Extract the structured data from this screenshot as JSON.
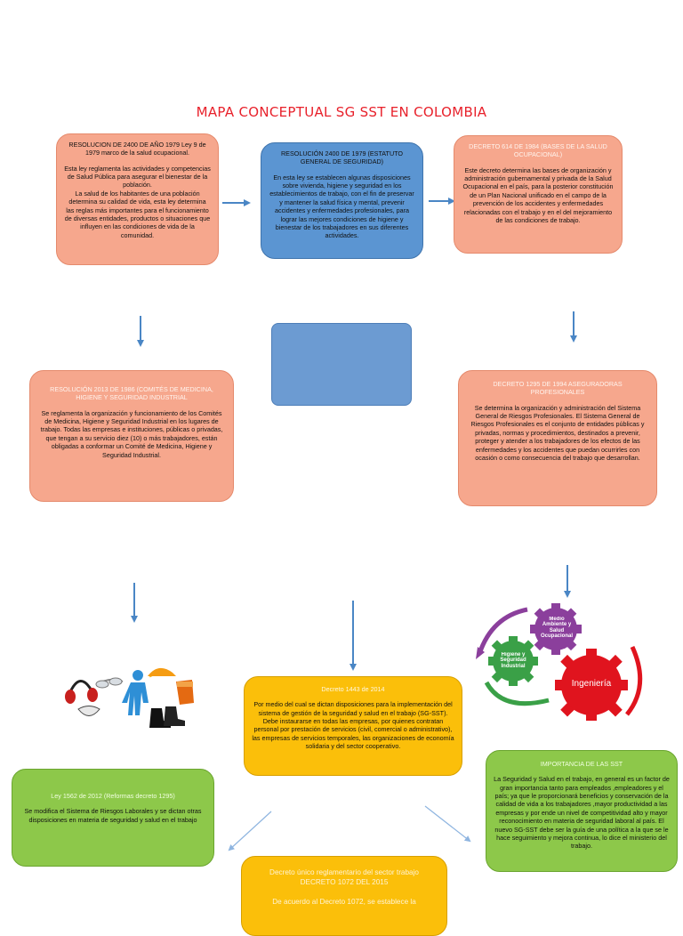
{
  "title": "MAPA CONCEPTUAL SG SST EN COLOMBIA",
  "nodes": {
    "res2400ley": {
      "title": "RESOLUCION DE 2400 DE AÑO 1979 Ley 9 de 1979  marco de la salud ocupacional.",
      "body": "Esta ley reglamenta las actividades y competencias de Salud Pública para asegurar el bienestar de la población.\nLa salud de los habitantes de una población determina su calidad de vida, esta ley determina las reglas más importantes para el funcionamiento de diversas entidades, productos o situaciones que influyen en las condiciones de vida de la comunidad."
    },
    "res2400estatuto": {
      "title": "RESOLUCIÓN 2400 DE 1979 (ESTATUTO GENERAL DE SEGURIDAD)",
      "body": "En esta ley se establecen algunas disposiciones sobre vivienda, higiene y seguridad en los establecimientos de trabajo, con el fin de preservar y mantener la salud física y mental, prevenir accidentes y enfermedades profesionales, para lograr las mejores condiciones de higiene y bienestar de los trabajadores en sus diferentes actividades."
    },
    "decreto614": {
      "title": "DECRETO 614 DE 1984 (BASES DE LA SALUD OCUPACIONAL)",
      "body": "Este decreto determina las bases de organización y administración gubernamental y privada de la Salud Ocupacional en el país, para la posterior constitución de un Plan Nacional unificado en el campo de la prevención de los accidentes y enfermedades relacionadas con el trabajo y en el del mejoramiento de las condiciones de trabajo."
    },
    "res2013": {
      "title": "RESOLUCIÓN 2013 DE 1986 (COMITÉS DE MEDICINA, HIGIENE Y SEGURIDAD INDUSTRIAL",
      "body": "Se reglamenta la organización y funcionamiento de los Comités de Medicina, Higiene y Seguridad Industrial en los lugares de trabajo. Todas las empresas e instituciones, públicas o privadas, que tengan a su servicio diez (10) o más trabajadores, están obligadas a conformar un Comité de Medicina, Higiene y Seguridad Industrial."
    },
    "decreto1295": {
      "title": "DECRETO 1295 DE 1994 ASEGURADORAS PROFESIONALES",
      "body": "Se determina la organización y administración del Sistema General de Riesgos Profesionales. El Sistema General de Riesgos Profesionales es el conjunto de entidades públicas y privadas, normas y procedimientos, destinados a prevenir, proteger y atender a los trabajadores de los efectos de las enfermedades y los accidentes que puedan ocurrirles con ocasión o como consecuencia del trabajo que desarrollan."
    },
    "decreto1443": {
      "title": "Decreto 1443 de 2014",
      "body": "Por medio del cual se dictan disposiciones para la implementación del sistema de gestión de la seguridad y salud en el trabajo (SG-SST). Debe instaurarse en todas las empresas, por quienes contratan personal por prestación de servicios (civil, comercial o administrativo), las empresas de servicios temporales, las organizaciones de economía solidaria y del sector cooperativo."
    },
    "ley1562": {
      "title": "Ley 1562 de 2012 (Reformas decreto 1295)",
      "body": "Se modifica el Sistema de Riesgos Laborales y se dictan otras disposiciones en materia de seguridad y salud en el trabajo"
    },
    "importancia": {
      "title": "IMPORTANCIA DE LAS SST",
      "body": "La Seguridad y Salud en el trabajo, en general es un factor de gran importancia tanto para empleados ,empleadores y el país; ya que le proporcionará beneficios y conservación de la calidad de vida a los trabajadores ,mayor productividad a las empresas y por ende un nivel de competitividad alto y mayor reconocimiento en materia de seguridad laboral al país. El nuevo SG-SST debe ser la guía de una política a la que se le hace seguimiento y mejora continua, lo dice el ministerio del trabajo."
    },
    "decreto1072": {
      "title": "Decreto único reglamentario del sector trabajo DECRETO 1072 DEL 2015",
      "body": "De acuerdo al Decreto 1072, se establece la"
    }
  },
  "gears": {
    "top": "Medio Ambiente y Salud Ocupacional",
    "left": "Higiene y Seguridad Industrial",
    "right": "Ingeniería"
  },
  "colors": {
    "title": "#e8212b",
    "peach": "#f6a78d",
    "blue": "#5b95d2",
    "gold": "#fbbf0a",
    "green": "#8dc84a",
    "arrow": "#4a86c5",
    "gear_purple": "#8b3f9c",
    "gear_green": "#3aa047",
    "gear_red": "#e0141e"
  }
}
